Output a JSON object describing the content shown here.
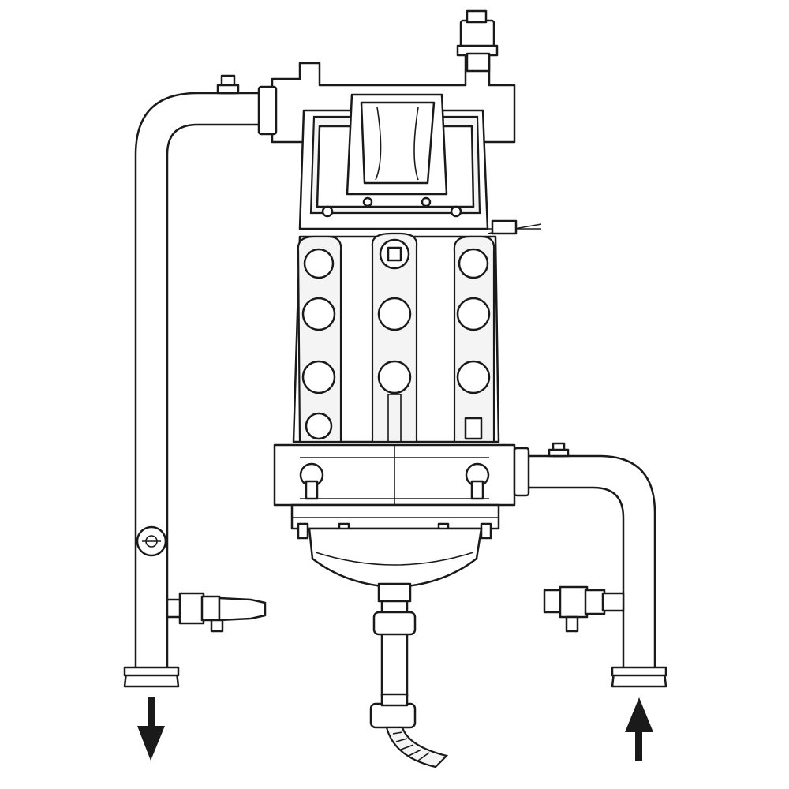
{
  "diagram": {
    "colors": {
      "hot_pipe": "#e8202a",
      "cold_pipe": "#1f9ee0",
      "outline": "#1a1a1a",
      "background": "#ffffff"
    },
    "components": [
      "hot-water-outlet-pipe",
      "cold-water-inlet-pipe",
      "heater-body",
      "temperature-sensor",
      "drain-pipe",
      "outflow-arrow",
      "inflow-arrow"
    ],
    "flow": {
      "hot_side": "down",
      "cold_side": "up"
    }
  }
}
